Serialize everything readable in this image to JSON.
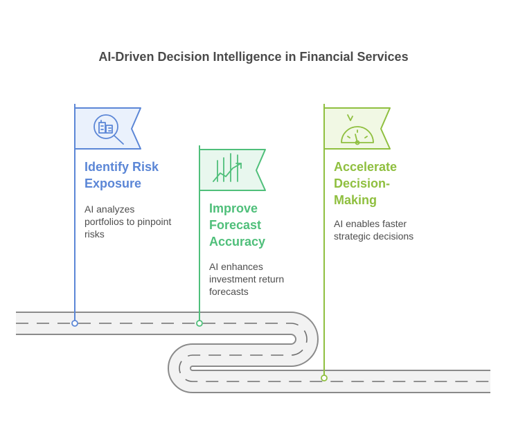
{
  "title": "AI-Driven Decision Intelligence in Financial Services",
  "colors": {
    "blue": "#5b86d6",
    "blue_fill": "#eaf1fc",
    "green": "#4fbf7a",
    "green_fill": "#e8f7ee",
    "lime": "#8fbf3f",
    "lime_fill": "#f1f8e4",
    "road_fill": "#f2f2f2",
    "road_edge": "#8a8a8a",
    "road_dash": "#6f6f6f"
  },
  "milestones": [
    {
      "heading": "Identify Risk\nExposure",
      "description": "AI analyzes\nportfolios to pinpoint\nrisks",
      "icon": "magnifier-document-icon",
      "color": "blue"
    },
    {
      "heading": "Improve\nForecast\nAccuracy",
      "description": "AI enhances\ninvestment return\nforecasts",
      "icon": "trend-chart-icon",
      "color": "green"
    },
    {
      "heading": "Accelerate\nDecision-\nMaking",
      "description": "AI enables faster\nstrategic decisions",
      "icon": "speedometer-icon",
      "color": "lime"
    }
  ]
}
